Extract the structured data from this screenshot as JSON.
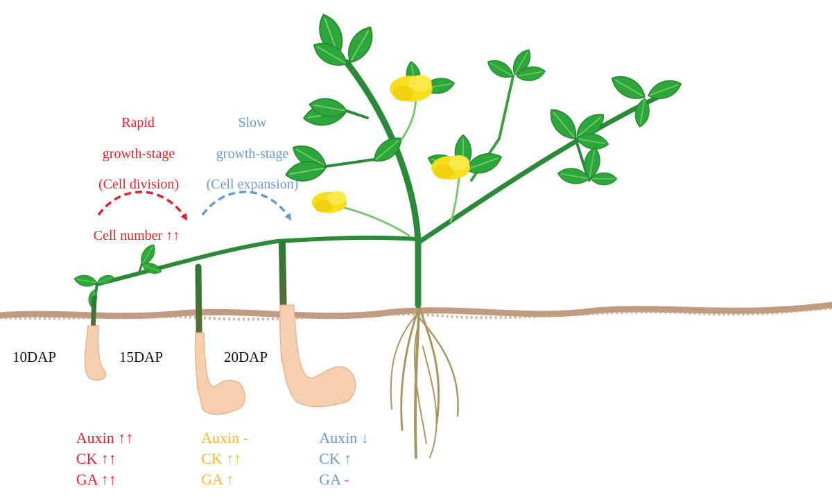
{
  "stages": {
    "rapid": {
      "line1": "Rapid",
      "line2": "growth-stage",
      "line3": "(Cell division)",
      "note": "Cell number ↑↑",
      "color": "#e8222a"
    },
    "slow": {
      "line1": "Slow",
      "line2": "growth-stage",
      "line3": "(Cell expansion)",
      "color": "#6a9ad4"
    }
  },
  "timepoints": [
    {
      "label": "10DAP"
    },
    {
      "label": "15DAP"
    },
    {
      "label": "20DAP"
    }
  ],
  "hormones": [
    {
      "auxin": "Auxin ↑↑",
      "ck": "CK ↑↑",
      "ga": "GA ↑↑",
      "color": "#e8222a"
    },
    {
      "auxin": "Auxin -",
      "ck": "CK ↑↑",
      "ga": "GA ↑",
      "color": "#f6b930"
    },
    {
      "auxin": "Auxin ↓",
      "ck": "CK ↑",
      "ga": "GA -",
      "color": "#6a9ad4"
    }
  ],
  "colors": {
    "leaf": "#2da63a",
    "stem": "#2a8a3a",
    "flower": "#f7df1e",
    "soil": "#b58a6b",
    "pod": "#f6cfae",
    "root": "#a89664"
  }
}
